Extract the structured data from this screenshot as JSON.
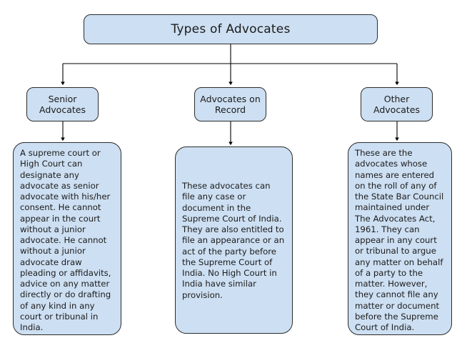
{
  "diagram": {
    "title_node": {
      "label": "Types of Advocates"
    },
    "categories": [
      {
        "label": "Senior\nAdvocates"
      },
      {
        "label": "Advocates\non Record"
      },
      {
        "label": "Other\nAdvocates"
      }
    ],
    "descriptions": [
      {
        "text": "A supreme court or High Court can designate any advocate as senior advocate with his/her consent. He cannot appear in the court without a junior advocate. He cannot without a junior advocate draw pleading or affidavits, advice on any matter directly or do drafting of any kind in any court or tribunal in India."
      },
      {
        "text": "These advocates can file any case or document in the Supreme Court of India. They are also entitled to file an appearance or an act of the party before the Supreme Court of India. No High Court in India have similar provision."
      },
      {
        "text": "These are the advocates whose names are entered on the roll of any of the State Bar Council maintained under The Advocates Act, 1961. They can appear in any court or tribunal to argue any matter on behalf of a party to the matter. However, they cannot file any matter or document before the Supreme Court of India."
      }
    ]
  },
  "colors": {
    "node_fill": "#cddff2",
    "node_border": "#2b2b2b",
    "connector": "#000000",
    "background": "#ffffff",
    "text": "#1b1b1b"
  }
}
